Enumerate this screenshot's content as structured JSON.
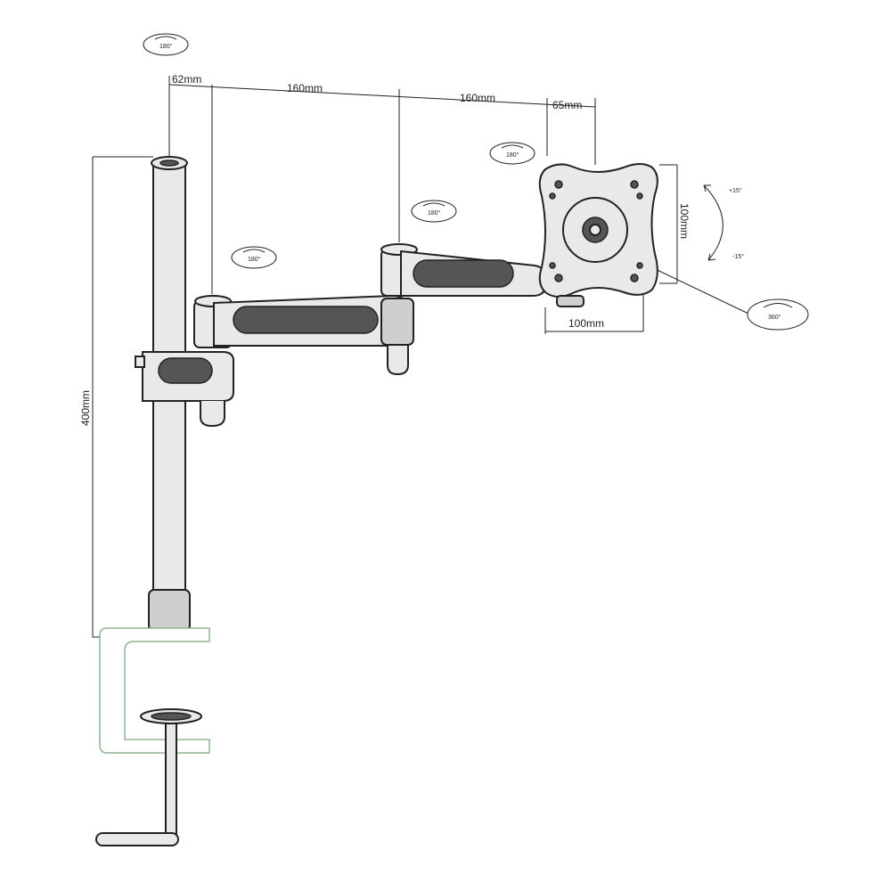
{
  "title": "",
  "dimensions": {
    "pole_offset": "62mm",
    "arm_1": "160mm",
    "arm_2": "160mm",
    "head_offset": "65mm",
    "pole_height": "400mm",
    "vesa_width": "100mm",
    "vesa_height": "100mm"
  },
  "rotations": {
    "pole_top": "180°",
    "arm_joint_1": "180°",
    "arm_joint_2": "180°",
    "head_swivel": "180°",
    "screen_rotation": "360°",
    "tilt_up": "+15°",
    "tilt_down": "-15°"
  },
  "colors": {
    "line": "#222222",
    "clamp_outline": "#8fb58f",
    "part_fill": "#e9e9e9",
    "slot_fill": "#555555"
  }
}
